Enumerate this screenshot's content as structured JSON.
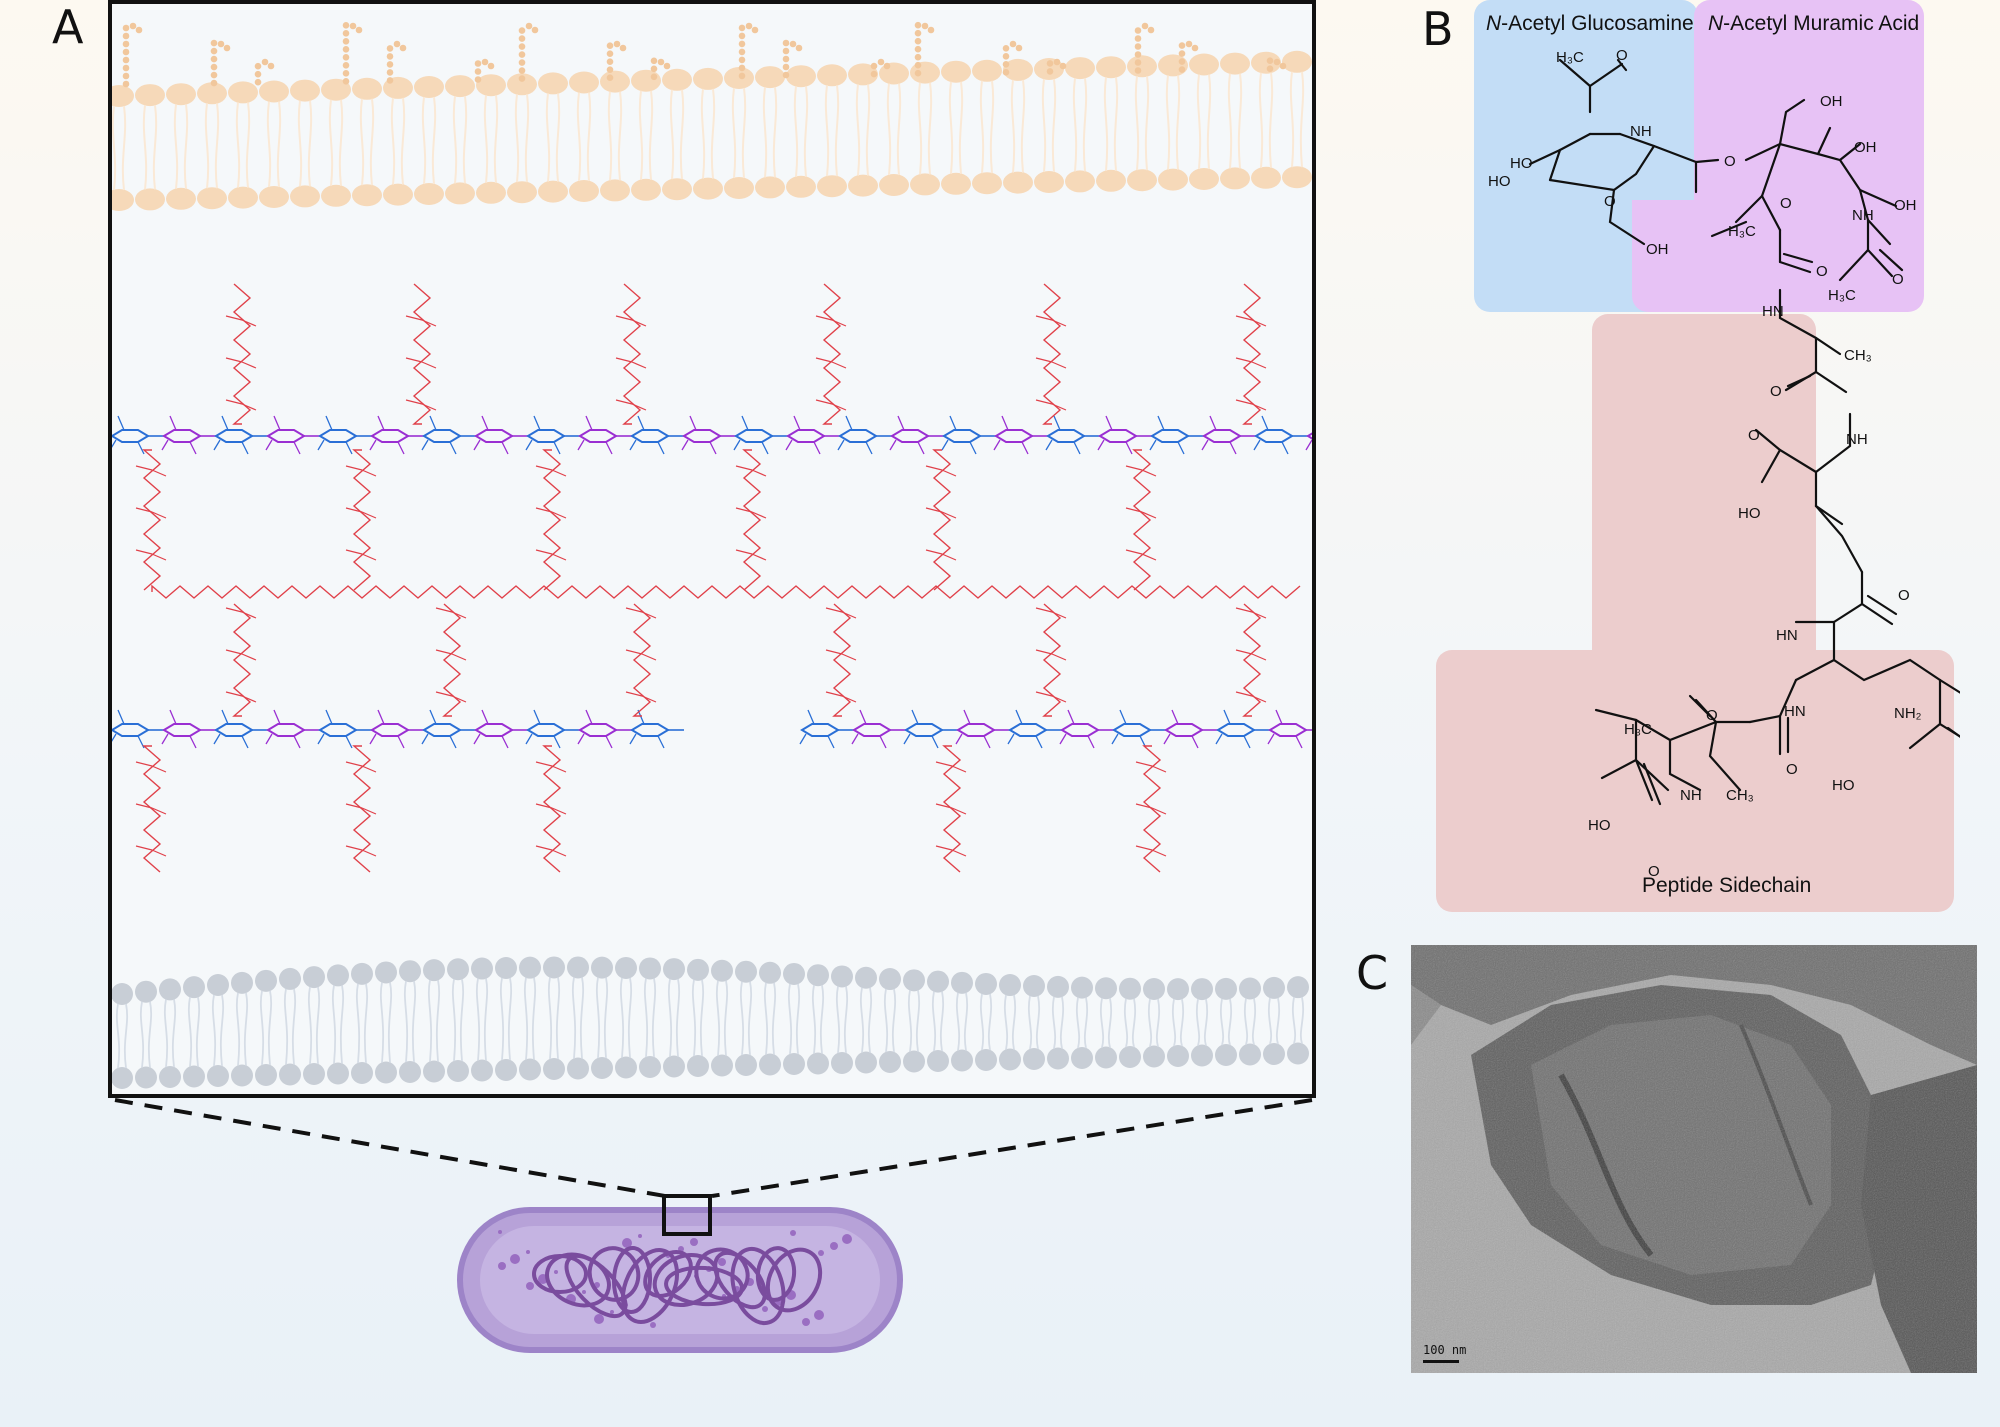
{
  "panels": {
    "a_label": "A",
    "b_label": "B",
    "c_label": "C"
  },
  "structure": {
    "nag_label_italic": "N",
    "nag_label_rest": "-Acetyl Glucosamine",
    "nam_label_italic": "N",
    "nam_label_rest": "-Acetyl Muramic Acid",
    "peptide_label": "Peptide Sidechain"
  },
  "micrograph": {
    "scale_text": "100 nm"
  },
  "colors": {
    "nag_region": "#c5def7",
    "nam_region": "#e8c3f5",
    "peptide_region": "#ebcdcd",
    "peptide_chain": "#e0414a",
    "glycan_blue": "#2a6fd6",
    "glycan_purple": "#9a2fd2",
    "outer_membrane": "#f6d9b9",
    "inner_membrane": "#c8ced6",
    "bacterium": "#b9a6d6"
  }
}
